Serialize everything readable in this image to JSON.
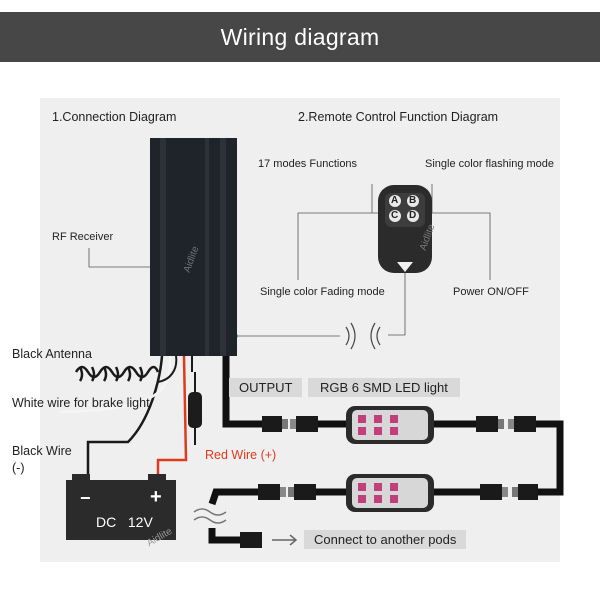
{
  "header": {
    "title": "Wiring diagram"
  },
  "sections": {
    "connection": "1.Connection Diagram",
    "remote": "2.Remote Control Function Diagram"
  },
  "remote_labels": {
    "modes": "17 modes Functions",
    "flashing": "Single color flashing mode",
    "fading": "Single color Fading mode",
    "power": "Power ON/OFF",
    "buttons": [
      "A",
      "B",
      "C",
      "D"
    ]
  },
  "labels": {
    "rf_receiver": "RF Receiver",
    "black_antenna": "Black Antenna",
    "white_wire": "White wire for brake light",
    "black_wire": "Black Wire",
    "black_wire_sign": "(-)",
    "red_wire": "Red Wire (+)",
    "output": "OUTPUT",
    "rgb": "RGB 6 SMD LED light",
    "connect": "Connect to another pods",
    "battery_minus": "−",
    "battery_plus": "+",
    "battery_text": "DC   12V",
    "watermark": "Aidlite"
  },
  "colors": {
    "header_bg": "#474747",
    "panel_bg": "#efefef",
    "red_wire": "#e03a1e",
    "led_pink": "#c2407a",
    "accent_dot": "#3aa0d8"
  }
}
